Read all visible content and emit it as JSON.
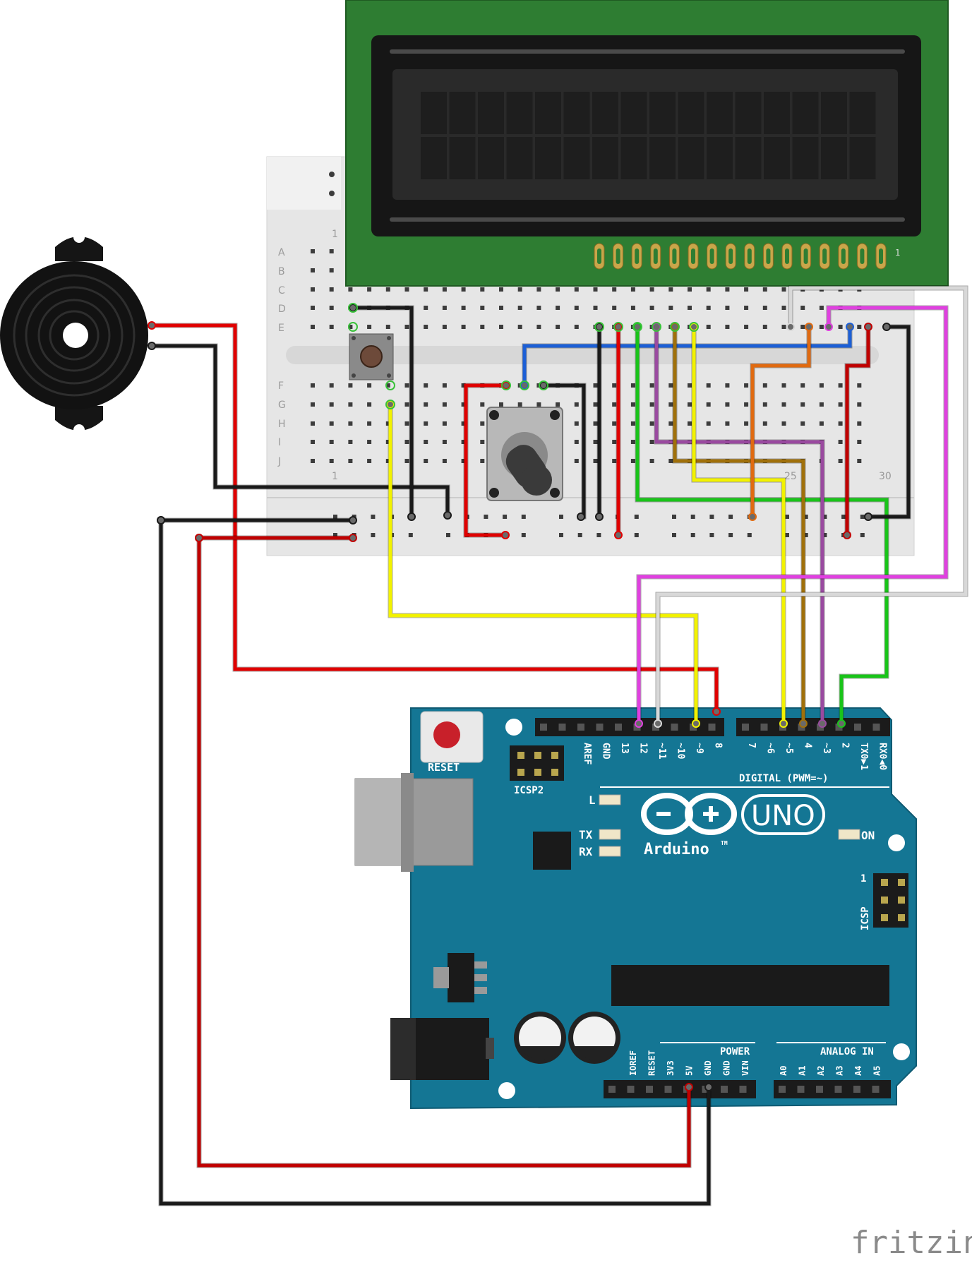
{
  "breadboard": {
    "rows_top": [
      "A",
      "B",
      "C",
      "D",
      "E"
    ],
    "rows_bottom": [
      "F",
      "G",
      "H",
      "I",
      "J"
    ],
    "col_labels": [
      "1",
      "25",
      "30"
    ]
  },
  "lcd": {
    "pin1_label": "1"
  },
  "arduino": {
    "reset_label": "RESET",
    "icsp2_label": "ICSP2",
    "icsp_label": "ICSP",
    "icsp_pin1": "1",
    "digital_label": "DIGITAL (PWM=~)",
    "digital_pins": [
      "AREF",
      "GND",
      "13",
      "12",
      "~11",
      "~10",
      "~9",
      "8",
      "7",
      "~6",
      "~5",
      "4",
      "~3",
      "2",
      "TX0▶1",
      "RX0◀0"
    ],
    "led_labels": {
      "l": "L",
      "tx": "TX",
      "rx": "RX",
      "on": "ON"
    },
    "logo_brand": "Arduino",
    "logo_tm": "TM",
    "uno_label": "UNO",
    "power_label": "POWER",
    "power_pins": [
      "IOREF",
      "RESET",
      "3V3",
      "5V",
      "GND",
      "GND",
      "VIN"
    ],
    "analog_label": "ANALOG IN",
    "analog_pins": [
      "A0",
      "A1",
      "A2",
      "A3",
      "A4",
      "A5"
    ]
  },
  "watermark": "fritzing",
  "colors": {
    "board": "#147694",
    "lcd_pcb": "#2e7d32",
    "breadboard": "#e6e6e6",
    "wire_red": "#e00000",
    "wire_black": "#1a1a1a",
    "wire_yellow": "#f2f200",
    "wire_green": "#19c419",
    "wire_blue": "#1c5fd6",
    "wire_magenta": "#e040e0",
    "wire_white": "#d8d8d8",
    "wire_orange": "#e06a10",
    "wire_brown": "#a0700a",
    "wire_purple": "#9a4aa0",
    "wire_darkred": "#c00000"
  },
  "icons": {
    "buzzer": "piezo-buzzer-icon",
    "potentiometer": "potentiometer-icon",
    "button": "push-button-icon",
    "arduino_logo": "arduino-infinity-logo"
  }
}
